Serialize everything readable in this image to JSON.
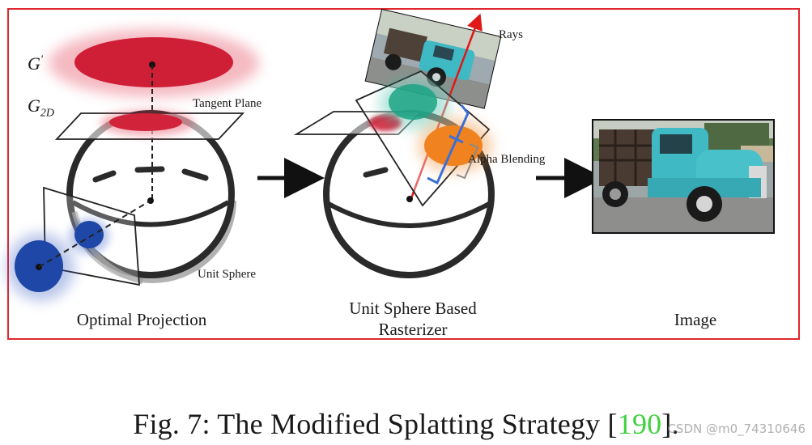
{
  "figure": {
    "labels": {
      "g_prime": "G",
      "g_prime_sup": "'",
      "g2d": "G",
      "g2d_sub": "2D",
      "tangent_plane": "Tangent Plane",
      "unit_sphere": "Unit Sphere",
      "rays": "Rays",
      "alpha_blending": "Alpha Blending"
    },
    "sections": {
      "optimal_projection": "Optimal Projection",
      "rasterizer_line1": "Unit Sphere Based",
      "rasterizer_line2": "Rasterizer",
      "image": "Image"
    },
    "colors": {
      "frame": "#e0282e",
      "gaussian_red": "#d4283e",
      "gaussian_blue": "#1f47a8",
      "gaussian_teal": "#2bb79b",
      "gaussian_orange": "#f0882a",
      "bracket_blue": "#3a6fd8",
      "ray_red": "#e01818",
      "truck_teal": "#3fb9c4"
    }
  },
  "caption": {
    "text": "Fig. 7: The Modified Splatting Strategy [",
    "ref": "190",
    "end": "]."
  },
  "watermark": "CSDN @m0_74310646"
}
